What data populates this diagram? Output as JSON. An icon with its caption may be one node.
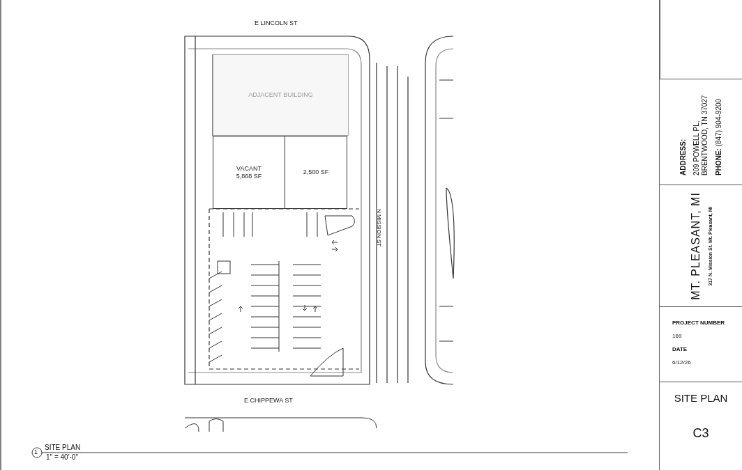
{
  "diagram": {
    "nodes": [
      {
        "text": [
          "ADJACENT BUILDING"
        ]
      },
      {
        "text": [
          "VACANT",
          "5,868 SF"
        ]
      },
      {
        "text": [
          "2,500 SF"
        ]
      },
      {
        "text": [
          "ADDRESS:",
          "209 POWELL PL, BRENTWOOD, TN 37027",
          "**PHONE:** (847) 904-9200"
        ]
      },
      {
        "text": [
          "MT. PLEASANT, MI",
          "317 N. Mission St. Mt. Pleasant, MI"
        ]
      },
      {
        "text": [
          "PROJECT NUMBER",
          "169",
          "DATE",
          "6/12/26"
        ]
      },
      {
        "text": [
          "SITE PLAN",
          "C3"
        ]
      }
    ],
    "edges": [],
    "labels": [
      "E LINCOLN ST",
      "N MISSION ST",
      "E CHIPPEWA ST",
      "1",
      "SITE PLAN",
      "1\" = 40'-0\""
    ]
  }
}
